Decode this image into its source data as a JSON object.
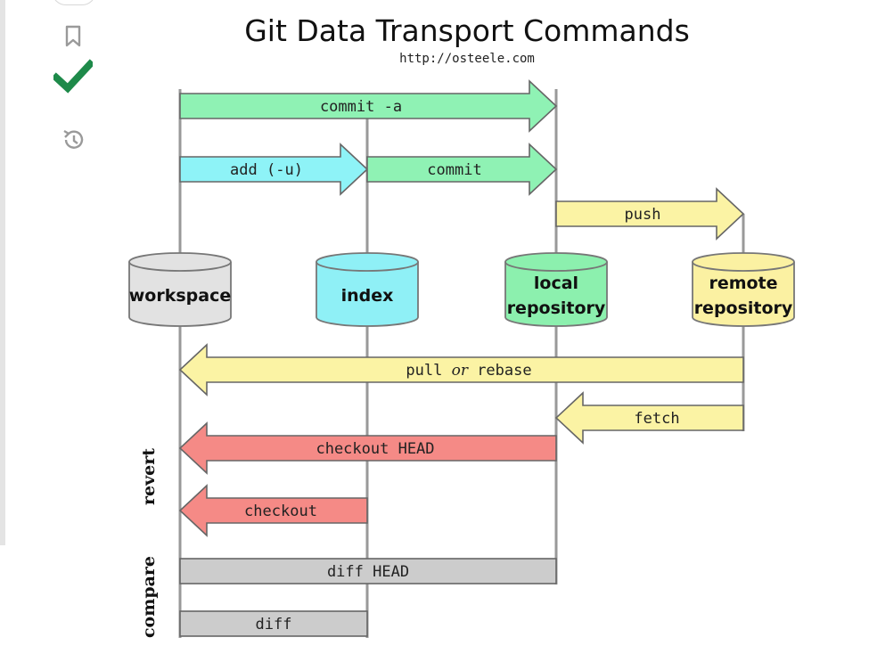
{
  "rail": {
    "icons": [
      "bookmark-icon",
      "checkmark-icon",
      "history-icon"
    ],
    "check_color": "#1e8a4a",
    "icon_color": "#9a9a9a"
  },
  "diagram": {
    "title": "Git Data Transport Commands",
    "subtitle": "http://osteele.com",
    "stores": [
      {
        "id": "workspace",
        "lines": [
          "workspace"
        ],
        "color": "#e2e2e2"
      },
      {
        "id": "index",
        "lines": [
          "index"
        ],
        "color": "#8ff0f6"
      },
      {
        "id": "local-repository",
        "lines": [
          "local",
          "repository"
        ],
        "color": "#8cf0ae"
      },
      {
        "id": "remote-repository",
        "lines": [
          "remote",
          "repository"
        ],
        "color": "#fbf1a2"
      }
    ],
    "commands": [
      {
        "id": "commit-a",
        "label": "commit -a",
        "from": "workspace",
        "to": "local-repository",
        "color": "#8ff2b4"
      },
      {
        "id": "add-u",
        "label": "add (-u)",
        "from": "workspace",
        "to": "index",
        "color": "#8ef3f7"
      },
      {
        "id": "commit",
        "label": "commit",
        "from": "index",
        "to": "local-repository",
        "color": "#8ff2b4"
      },
      {
        "id": "push",
        "label": "push",
        "from": "local-repository",
        "to": "remote-repository",
        "color": "#fbf3a4"
      },
      {
        "id": "pull-rebase",
        "label_parts": [
          "pull ",
          "or",
          " rebase"
        ],
        "from": "remote-repository",
        "to": "workspace",
        "color": "#fbf3a4"
      },
      {
        "id": "fetch",
        "label": "fetch",
        "from": "remote-repository",
        "to": "local-repository",
        "color": "#fbf3a4"
      },
      {
        "id": "checkout-head",
        "label": "checkout HEAD",
        "from": "local-repository",
        "to": "workspace",
        "color": "#f58a86"
      },
      {
        "id": "checkout",
        "label": "checkout",
        "from": "index",
        "to": "workspace",
        "color": "#f58a86"
      },
      {
        "id": "diff-head",
        "label": "diff HEAD",
        "from": "workspace",
        "to": "local-repository",
        "color": "#cccccc"
      },
      {
        "id": "diff",
        "label": "diff",
        "from": "workspace",
        "to": "index",
        "color": "#cccccc"
      }
    ],
    "groups": [
      {
        "id": "revert",
        "label": "revert"
      },
      {
        "id": "compare",
        "label": "compare"
      }
    ]
  }
}
